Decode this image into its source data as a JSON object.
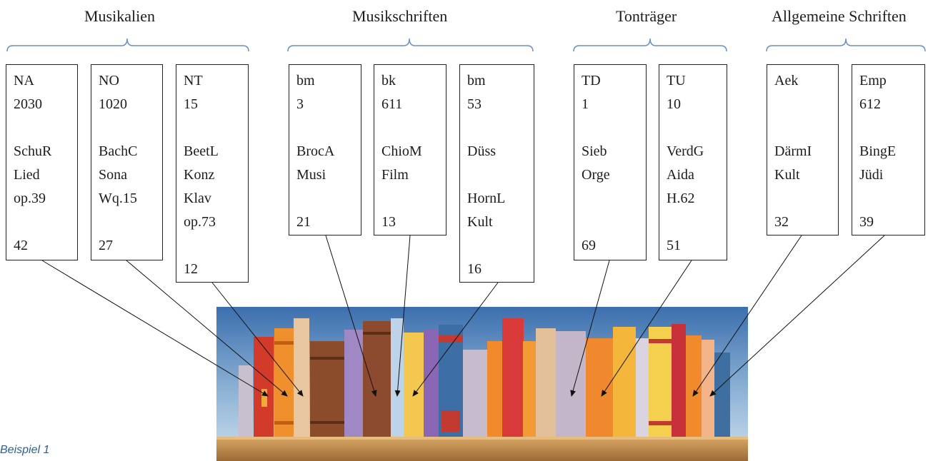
{
  "groups": [
    {
      "title": "Musikalien"
    },
    {
      "title": "Musikschriften"
    },
    {
      "title": "Tonträger"
    },
    {
      "title": "Allgemeine Schriften"
    }
  ],
  "cards": [
    {
      "lines": [
        "NA",
        "2030",
        "",
        "SchuR",
        "Lied",
        "op.39",
        "",
        "42"
      ]
    },
    {
      "lines": [
        "NO",
        "1020",
        "",
        "BachC",
        "Sona",
        "Wq.15",
        "",
        "27"
      ]
    },
    {
      "lines": [
        "NT",
        "15",
        "",
        "BeetL",
        "Konz",
        "Klav",
        "op.73",
        "",
        "12"
      ]
    },
    {
      "lines": [
        "bm",
        "3",
        "",
        "BrocA",
        "Musi",
        "",
        "21"
      ]
    },
    {
      "lines": [
        "bk",
        "611",
        "",
        "ChioM",
        "Film",
        "",
        "13"
      ]
    },
    {
      "lines": [
        "bm",
        "53",
        "",
        "Düss",
        "",
        "HornL",
        "Kult",
        "",
        "16"
      ]
    },
    {
      "lines": [
        "TD",
        "1",
        "",
        "Sieb",
        "Orge",
        "",
        "",
        "69"
      ]
    },
    {
      "lines": [
        "TU",
        "10",
        "",
        "VerdG",
        "Aida",
        "H.62",
        "",
        "51"
      ]
    },
    {
      "lines": [
        "Aek",
        "",
        "",
        "DärmI",
        "Kult",
        "",
        "32"
      ]
    },
    {
      "lines": [
        "Emp",
        "612",
        "",
        "BingE",
        "Jüdi",
        "",
        "39"
      ]
    }
  ],
  "caption": "Beispiel 1",
  "colors": {
    "shelf_top": "#3c6fae",
    "shelf_wood": "#b9874c"
  }
}
